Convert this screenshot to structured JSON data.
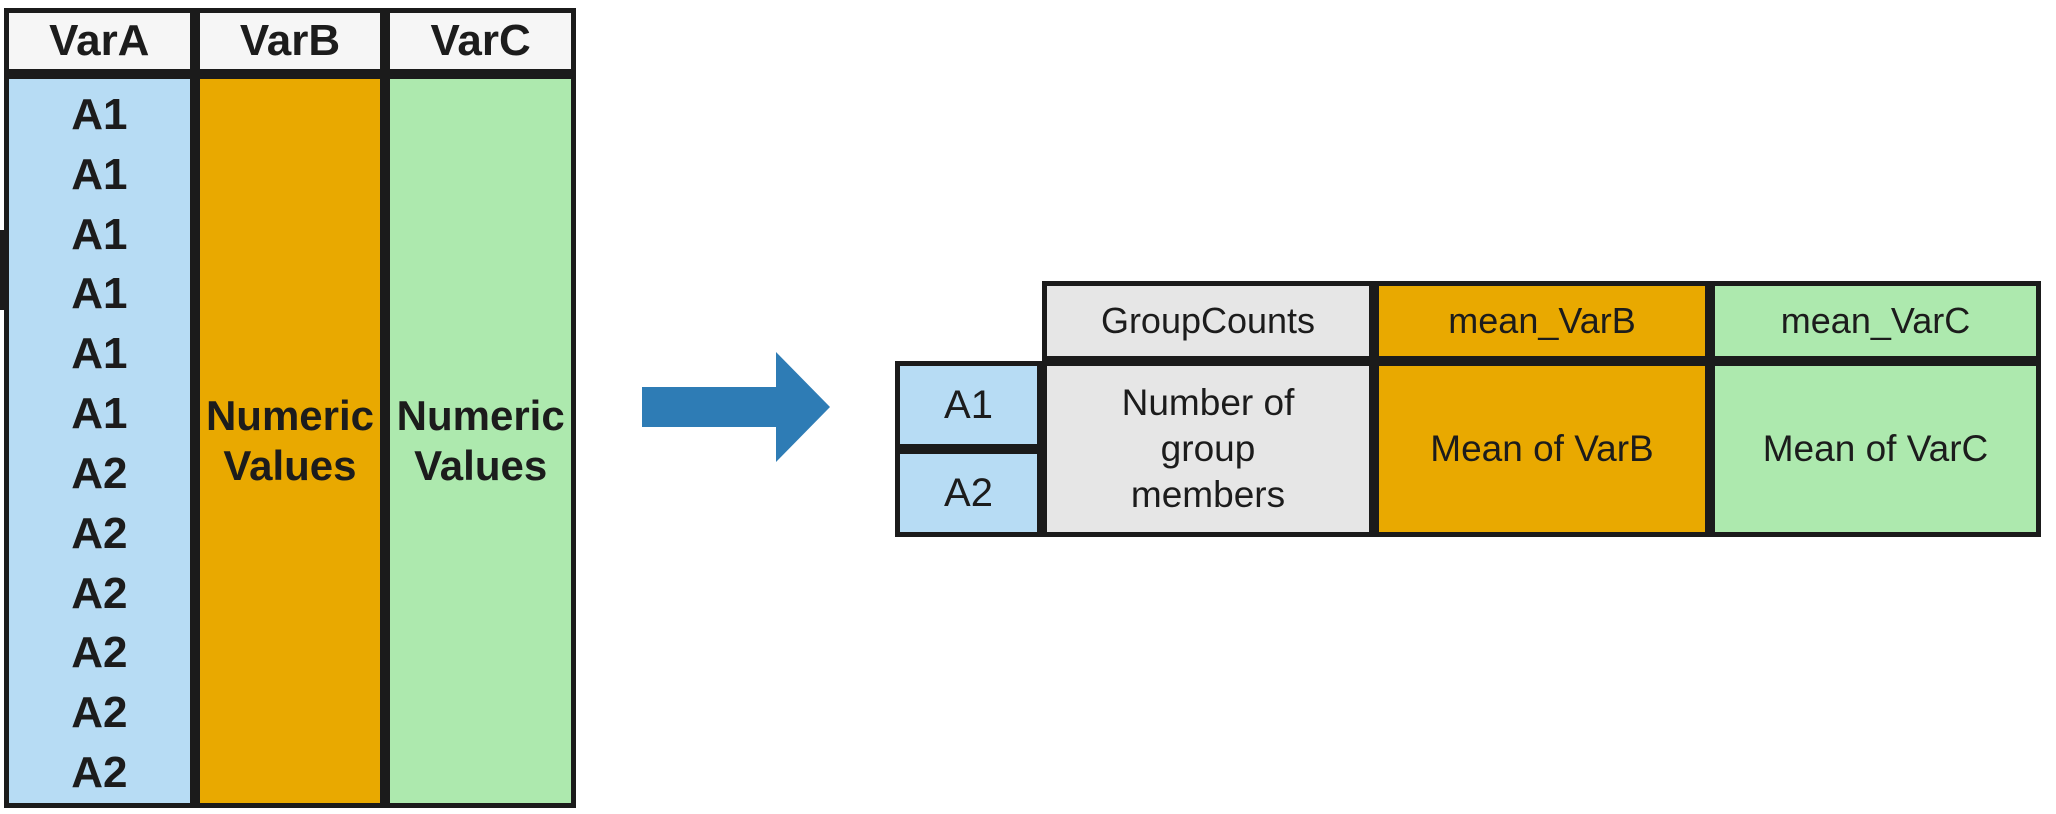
{
  "source_table": {
    "headers": [
      "VarA",
      "VarB",
      "VarC"
    ],
    "var_a_values": [
      "A1",
      "A1",
      "A1",
      "A1",
      "A1",
      "A1",
      "A2",
      "A2",
      "A2",
      "A2",
      "A2",
      "A2"
    ],
    "var_b_body": "Numeric\nValues",
    "var_c_body": "Numeric\nValues"
  },
  "result_table": {
    "row_labels": [
      "A1",
      "A2"
    ],
    "columns": [
      {
        "header": "GroupCounts",
        "body": "Number of\ngroup\nmembers"
      },
      {
        "header": "mean_VarB",
        "body": "Mean of VarB"
      },
      {
        "header": "mean_VarC",
        "body": "Mean of VarC"
      }
    ]
  },
  "arrow": {
    "direction": "right"
  },
  "colors": {
    "cell_blue": "#B7DCF4",
    "cell_orange": "#E9A900",
    "cell_green": "#ADE9AE",
    "cell_gray": "#E6E6E6",
    "header_bg": "#F6F6F6",
    "border_dark": "#1B1B1B",
    "arrow_blue": "#2E7CB5",
    "text_dark": "#1C1C1C"
  }
}
